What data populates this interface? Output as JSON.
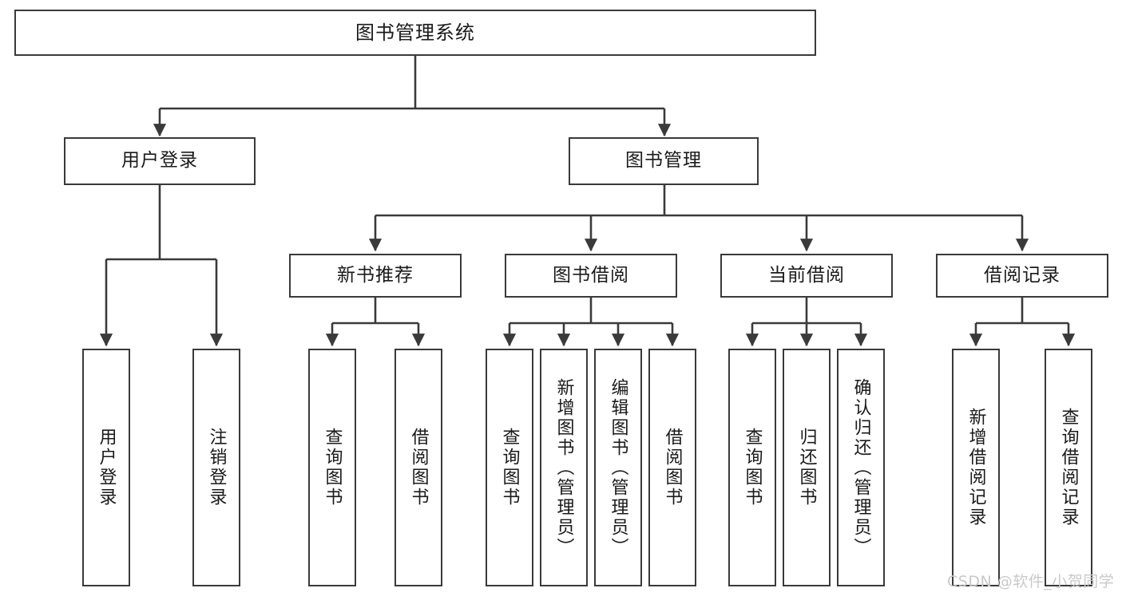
{
  "diagram": {
    "title": "图书管理系统",
    "type": "tree-hierarchy",
    "root": {
      "label": "图书管理系统"
    },
    "level2": [
      {
        "label": "用户登录"
      },
      {
        "label": "图书管理"
      }
    ],
    "level3": [
      {
        "label": "新书推荐"
      },
      {
        "label": "图书借阅"
      },
      {
        "label": "当前借阅"
      },
      {
        "label": "借阅记录"
      }
    ],
    "leaves": {
      "user_login": [
        {
          "label": "用户登录"
        },
        {
          "label": "注销登录"
        }
      ],
      "new_book_recommend": [
        {
          "label": "查询图书"
        },
        {
          "label": "借阅图书"
        }
      ],
      "book_borrow": [
        {
          "label": "查询图书"
        },
        {
          "label": "新增图书（管理员）"
        },
        {
          "label": "编辑图书（管理员）"
        },
        {
          "label": "借阅图书"
        }
      ],
      "current_borrow": [
        {
          "label": "查询图书"
        },
        {
          "label": "归还图书"
        },
        {
          "label": "确认归还（管理员）"
        }
      ],
      "borrow_record": [
        {
          "label": "新增借阅记录"
        },
        {
          "label": "查询借阅记录"
        }
      ]
    }
  },
  "watermark": {
    "text": "CSDN @软件_小贺同学"
  },
  "colors": {
    "stroke": "#3a3a3a",
    "node_fill": "#ffffff",
    "text": "#1a1a1a",
    "watermark": "#c9c9c9",
    "background": "#ffffff"
  }
}
